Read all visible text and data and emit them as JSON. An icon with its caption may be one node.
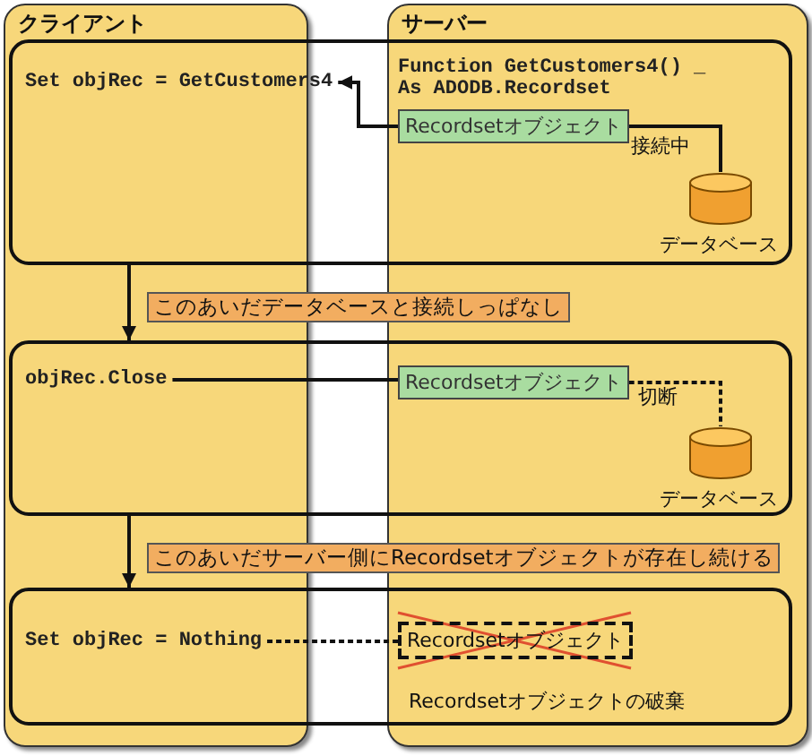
{
  "diagram": {
    "nodes": [
      {
        "text": [],
        "shape": "box"
      },
      {
        "text": [
          "Set objRec = GetCustomers4"
        ],
        "in": 0
      },
      {
        "text": [
          "Function GetCustomers4() _ As ADODB.Recordset"
        ],
        "in": 0
      },
      {
        "text": [
          "Recordsetオブジェクト"
        ],
        "in": 0
      },
      {
        "text": [],
        "shape": "cylinder",
        "in": 0,
        "beside": [
          "データベース"
        ]
      },
      {
        "text": [
          "このあいだデータベースと接続しっぱなし"
        ]
      },
      {
        "text": [],
        "shape": "box"
      },
      {
        "text": [
          "objRec.Close"
        ],
        "in": 6
      },
      {
        "text": [
          "Recordsetオブジェクト"
        ],
        "in": 6
      },
      {
        "text": [],
        "shape": "cylinder",
        "in": 6,
        "beside": [
          "データベース"
        ]
      },
      {
        "text": [
          "このあいだサーバー側にRecordsetオブジェクトが存在し続ける"
        ]
      },
      {
        "text": [],
        "shape": "box"
      },
      {
        "text": [
          "Set objRec = Nothing"
        ],
        "in": 11
      },
      {
        "text": [
          "Recordsetオブジェクト"
        ],
        "in": 11
      }
    ],
    "edges": [
      {
        "from": 3,
        "to": 1,
        "arrow": "to"
      },
      {
        "from": 3,
        "to": 4,
        "arrow": "none",
        "label": "接続中"
      },
      {
        "from": 0,
        "to": 6,
        "arrow": "to"
      },
      {
        "from": 7,
        "to": 8,
        "arrow": "none"
      },
      {
        "from": 8,
        "to": 9,
        "arrow": "none",
        "style": "dashed",
        "label": "切断"
      },
      {
        "from": 6,
        "to": 11,
        "arrow": "to"
      },
      {
        "from": 12,
        "to": 13,
        "arrow": "none",
        "style": "dashed"
      }
    ],
    "labels": [
      "クライアント",
      "サーバー",
      "Recordsetオブジェクトの破棄"
    ]
  }
}
